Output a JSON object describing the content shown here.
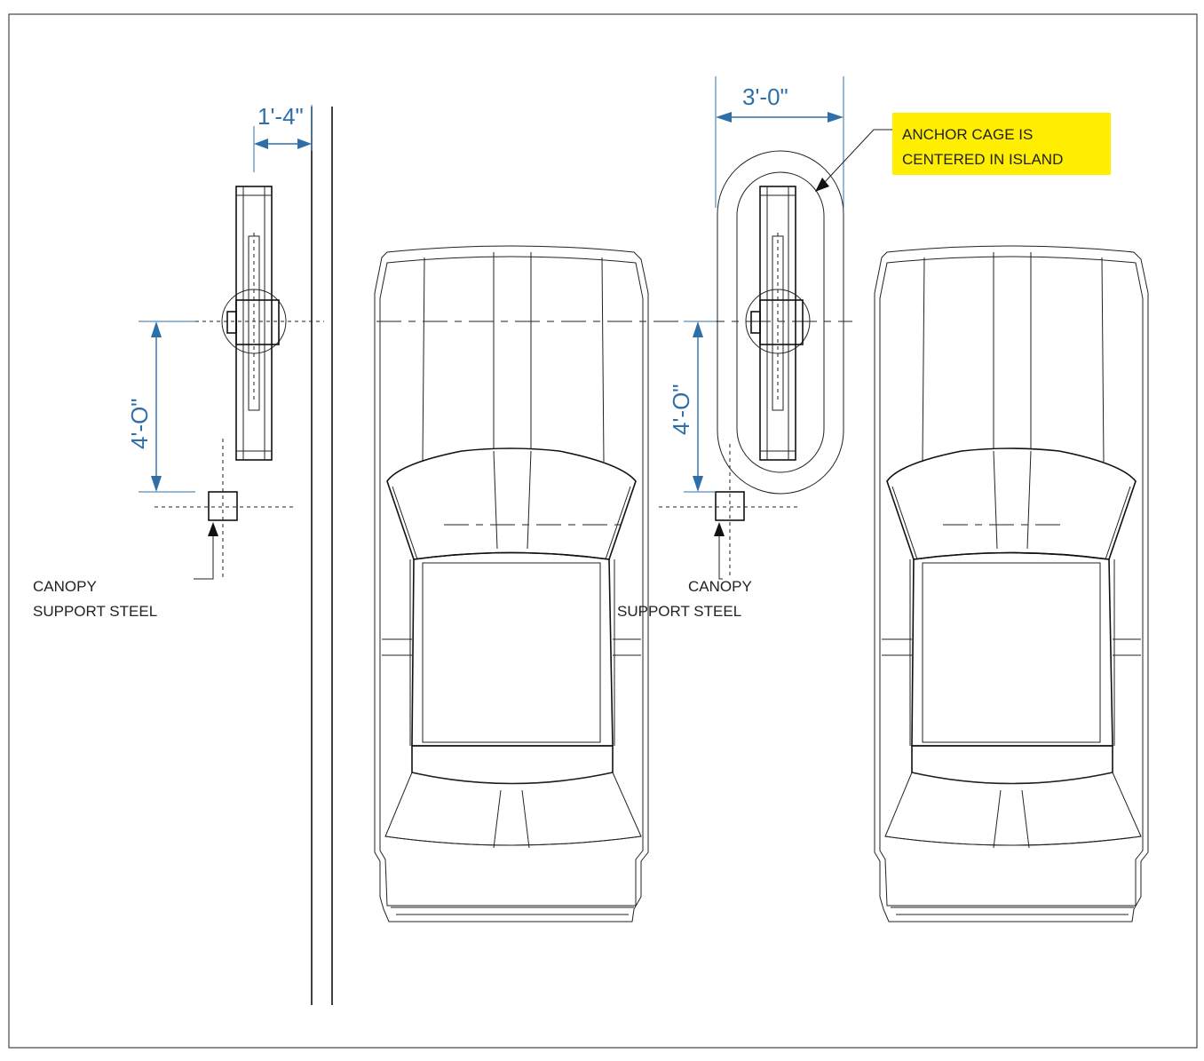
{
  "dimensions": {
    "left_offset": "1'-4\"",
    "left_vertical": "4'-O\"",
    "island_width": "3'-0\"",
    "right_vertical": "4'-O\""
  },
  "callouts": {
    "anchor_cage": {
      "line1": "ANCHOR CAGE IS",
      "line2": "CENTERED IN ISLAND",
      "highlight_color": "#ffee00"
    },
    "canopy_left": {
      "line1": "CANOPY",
      "line2": "SUPPORT STEEL"
    },
    "canopy_right": {
      "line1": "CANOPY",
      "line2": "SUPPORT STEEL"
    }
  },
  "colors": {
    "dimension": "#2f6fa8",
    "linework": "#222222"
  }
}
